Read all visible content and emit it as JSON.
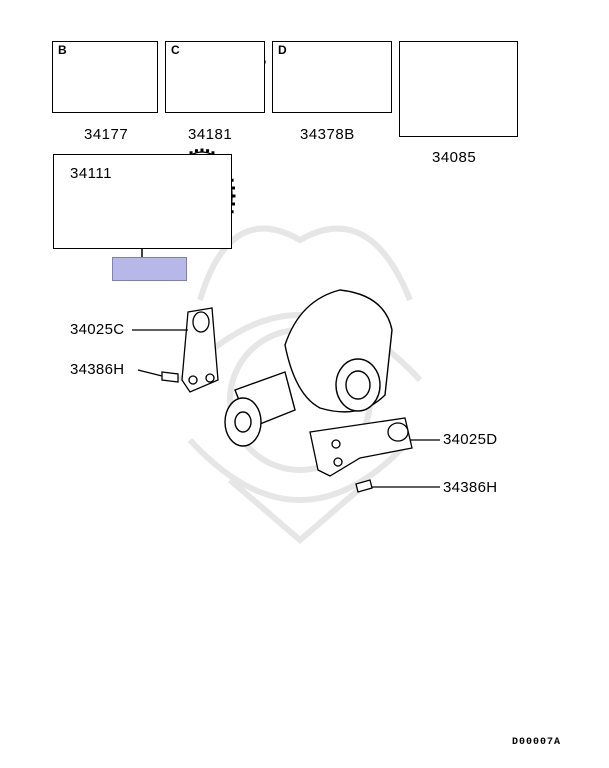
{
  "insets": [
    {
      "letter": "B",
      "part_number": "34177"
    },
    {
      "letter": "C",
      "part_number": "34181"
    },
    {
      "letter": "D",
      "part_number": "34378B"
    },
    {
      "letter": "",
      "part_number": "34085"
    }
  ],
  "gear_set": {
    "part_number": "34111"
  },
  "callouts": {
    "mount_left": "34025C",
    "bolt_left": "34386H",
    "mount_right": "34025D",
    "bolt_right": "34386H"
  },
  "diagram_code": "D00007A",
  "colors": {
    "note_box_fill": "#b7b8e8",
    "line": "#000000",
    "watermark": "#e6e6e6"
  }
}
